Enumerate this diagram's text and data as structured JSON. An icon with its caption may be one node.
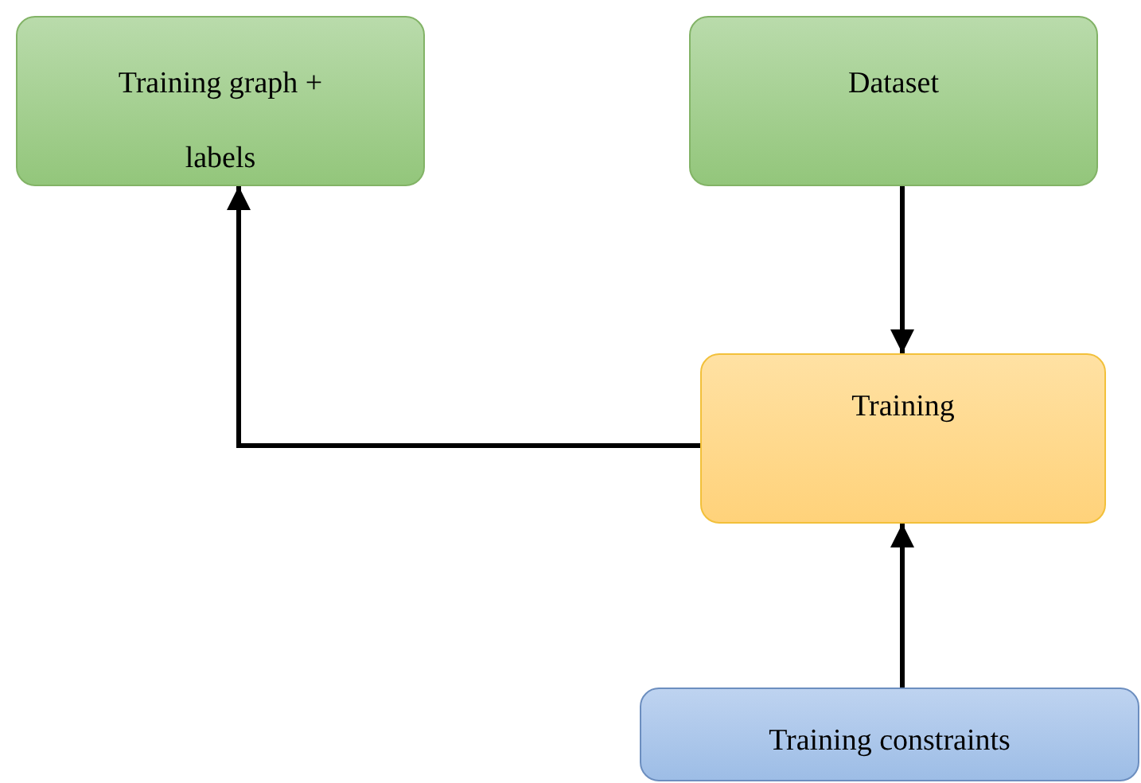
{
  "diagram": {
    "nodes": [
      {
        "text": [
          "Training graph + labels"
        ]
      },
      {
        "text": [
          "Dataset"
        ]
      },
      {
        "text": [
          "Training"
        ]
      },
      {
        "text": [
          "Training constraints"
        ]
      }
    ],
    "edges": [
      {
        "from": 1,
        "to": 2,
        "arrow": "to"
      },
      {
        "from": 2,
        "to": 0,
        "arrow": "to"
      },
      {
        "from": 3,
        "to": 2,
        "arrow": "to"
      }
    ]
  }
}
